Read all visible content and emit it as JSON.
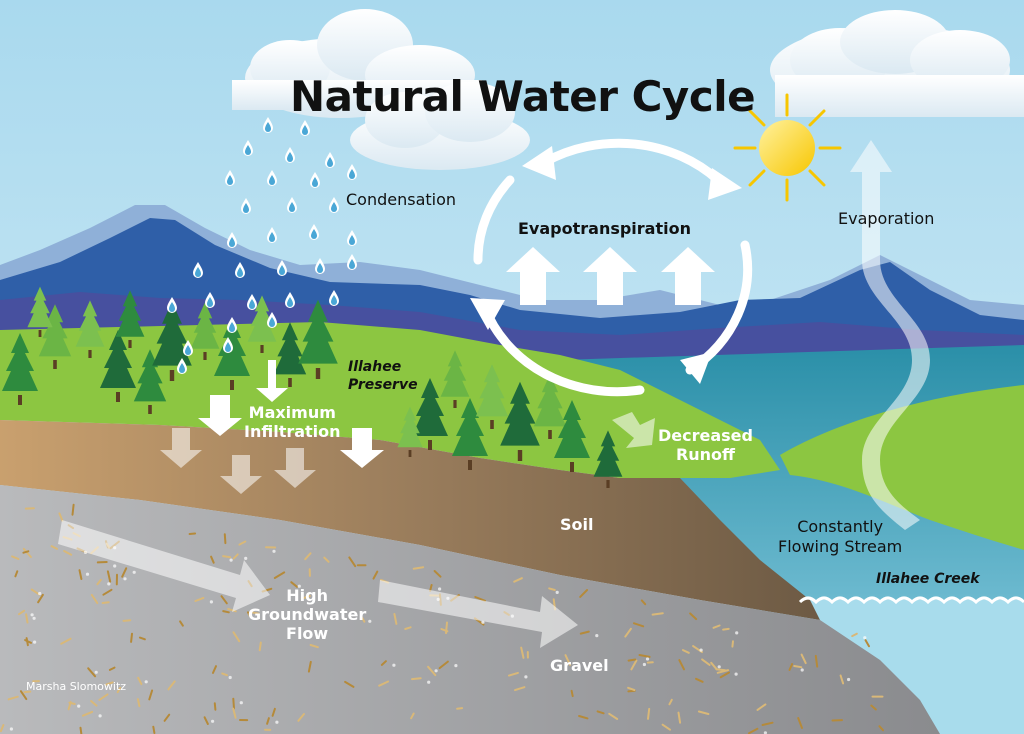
{
  "diagram": {
    "title": "Natural Water Cycle",
    "labels": {
      "condensation": "Condensation",
      "evapotranspiration": "Evapotranspiration",
      "evaporation": "Evaporation",
      "illahee_preserve_1": "Illahee",
      "illahee_preserve_2": "Preserve",
      "max_infiltration_1": "Maximum",
      "max_infiltration_2": "Infiltration",
      "decreased_runoff_1": "Decreased",
      "decreased_runoff_2": "Runoff",
      "soil": "Soil",
      "stream_1": "Constantly",
      "stream_2": "Flowing Stream",
      "illahee_creek": "Illahee Creek",
      "groundwater_1": "High",
      "groundwater_2": "Groundwater",
      "groundwater_3": "Flow",
      "gravel": "Gravel",
      "credit": "Marsha Slomowitz"
    },
    "colors": {
      "sky": "#bfe3f2",
      "mountain_far": "#8fb0d8",
      "mountain_near": "#2f5fa8",
      "grass": "#8cc641",
      "soil": "#8a6f52",
      "gravel": "#8e8e90",
      "water": "#2a8fa8",
      "sun": "#ffd21a"
    }
  }
}
